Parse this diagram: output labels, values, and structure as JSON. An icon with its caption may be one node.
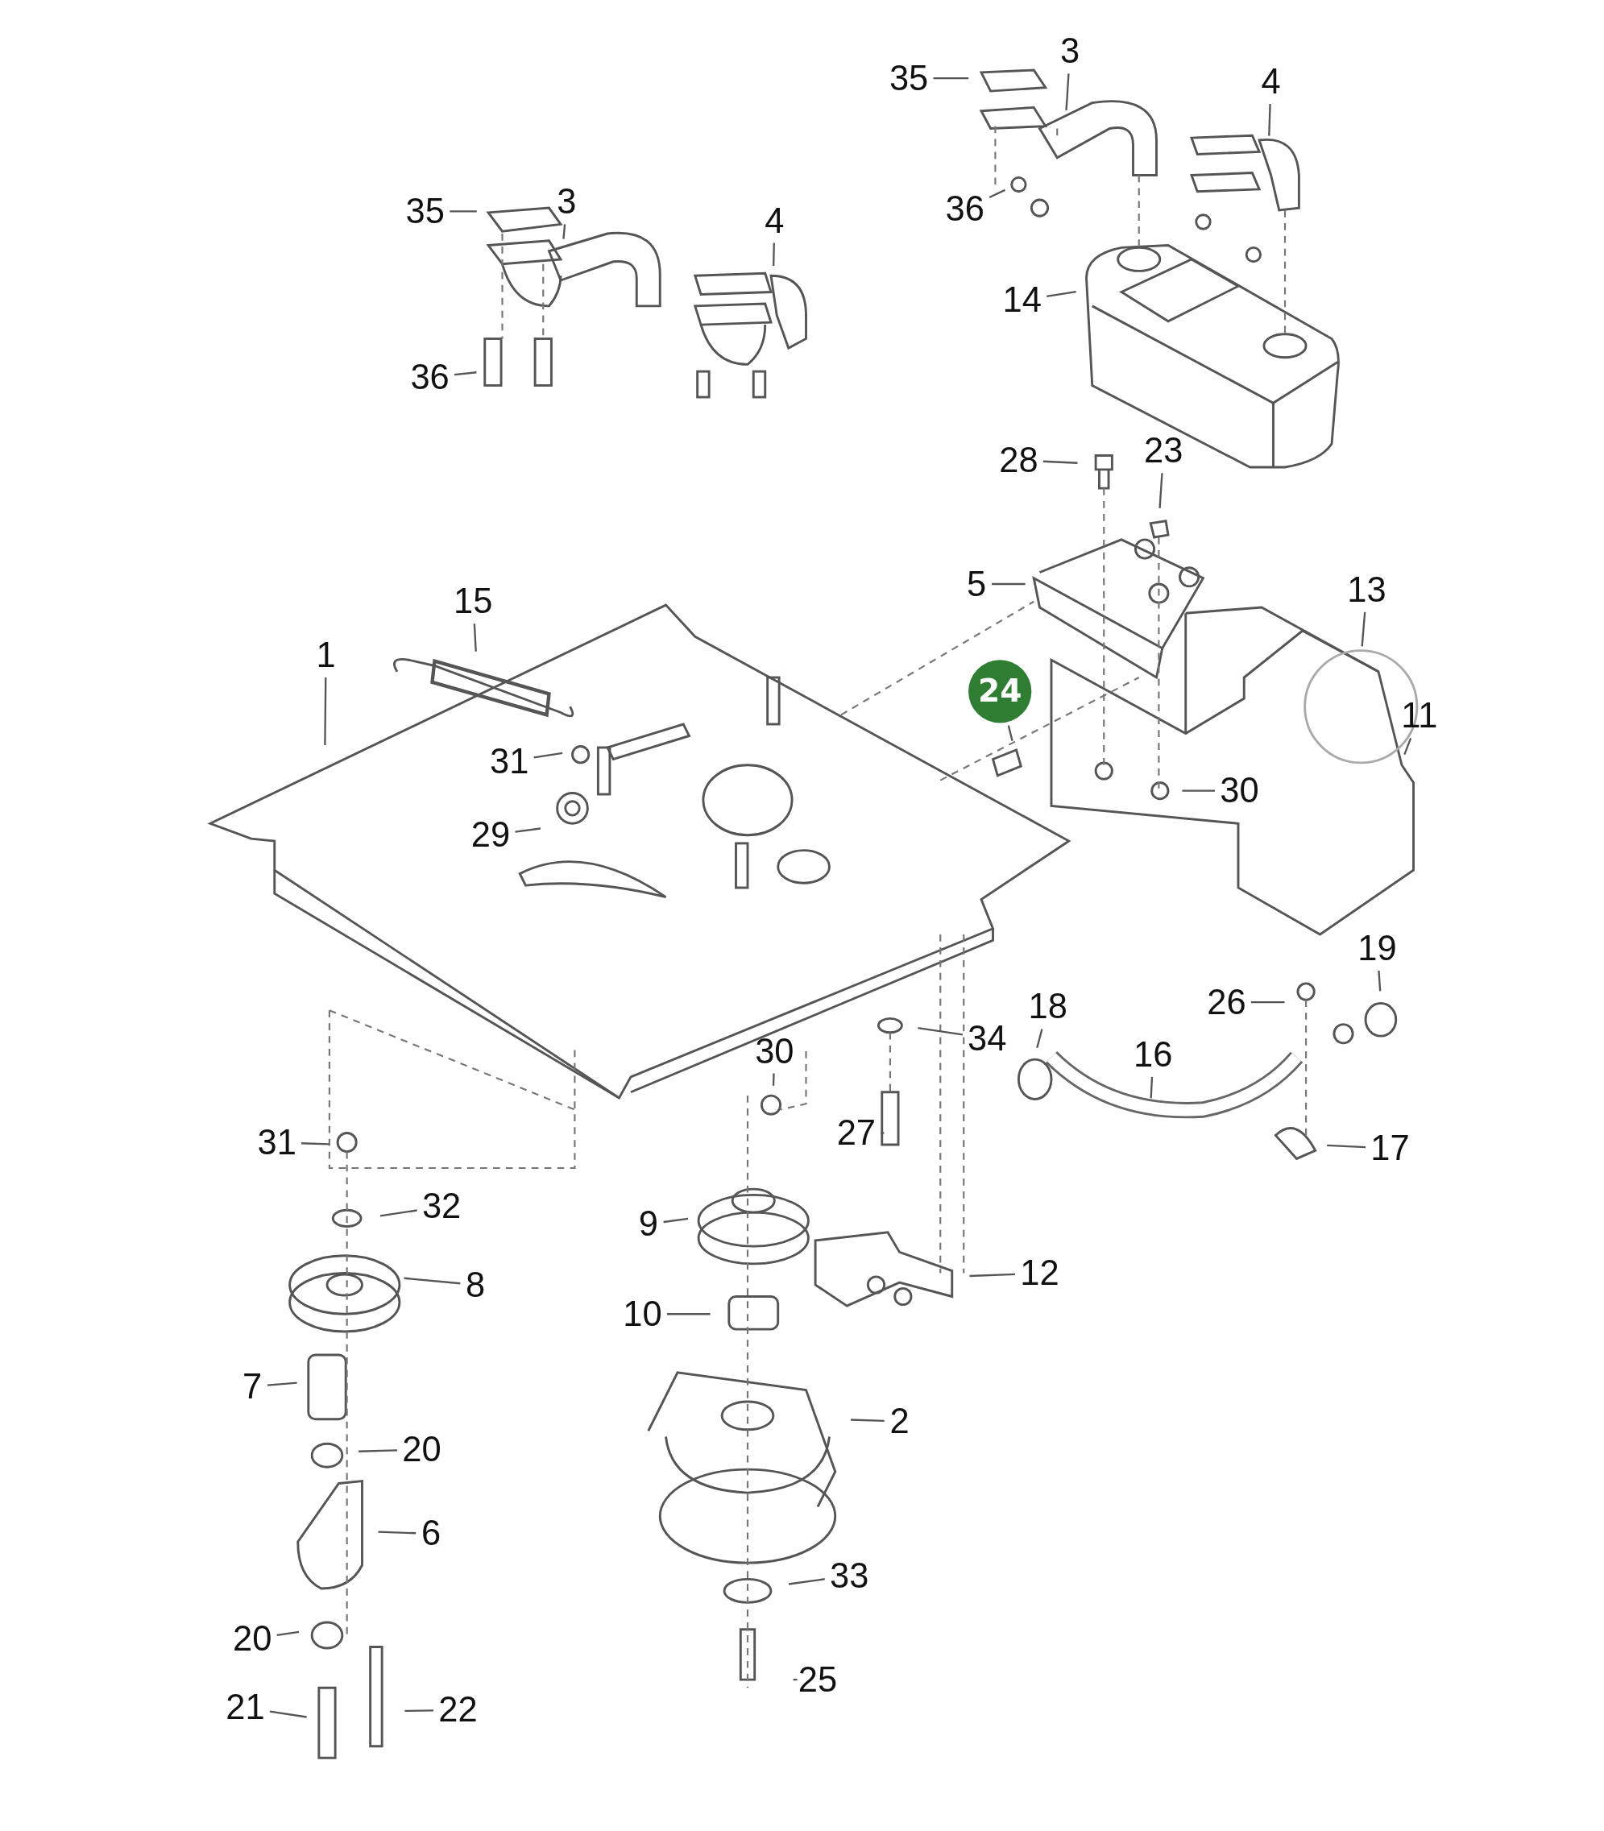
{
  "diagram": {
    "nodes": [
      {
        "text": [
          "35"
        ]
      },
      {
        "text": [
          "3"
        ]
      },
      {
        "text": [
          "4"
        ]
      },
      {
        "text": [
          "35"
        ]
      },
      {
        "text": [
          "3"
        ]
      },
      {
        "text": [
          "4"
        ]
      },
      {
        "text": [
          "36"
        ]
      },
      {
        "text": [
          "36"
        ]
      },
      {
        "text": [
          "14"
        ]
      },
      {
        "text": [
          "28"
        ]
      },
      {
        "text": [
          "23"
        ]
      },
      {
        "text": [
          "5"
        ]
      },
      {
        "text": [
          "13"
        ]
      },
      {
        "text": [
          "24"
        ]
      },
      {
        "text": [
          "11"
        ]
      },
      {
        "text": [
          "15"
        ]
      },
      {
        "text": [
          "1"
        ]
      },
      {
        "text": [
          "31"
        ]
      },
      {
        "text": [
          "29"
        ]
      },
      {
        "text": [
          "30"
        ]
      },
      {
        "text": [
          "19"
        ]
      },
      {
        "text": [
          "26"
        ]
      },
      {
        "text": [
          "18"
        ]
      },
      {
        "text": [
          "34"
        ]
      },
      {
        "text": [
          "16"
        ]
      },
      {
        "text": [
          "30"
        ]
      },
      {
        "text": [
          "27"
        ]
      },
      {
        "text": [
          "17"
        ]
      },
      {
        "text": [
          "31"
        ]
      },
      {
        "text": [
          "32"
        ]
      },
      {
        "text": [
          "9"
        ]
      },
      {
        "text": [
          "8"
        ]
      },
      {
        "text": [
          "12"
        ]
      },
      {
        "text": [
          "10"
        ]
      },
      {
        "text": [
          "7"
        ]
      },
      {
        "text": [
          "2"
        ]
      },
      {
        "text": [
          "20"
        ]
      },
      {
        "text": [
          "6"
        ]
      },
      {
        "text": [
          "33"
        ]
      },
      {
        "text": [
          "20"
        ]
      },
      {
        "text": [
          "25"
        ]
      },
      {
        "text": [
          "21"
        ]
      },
      {
        "text": [
          "22"
        ]
      }
    ],
    "edges": [
      {
        "from": 0,
        "to": null,
        "arrow": "none"
      },
      {
        "from": 1,
        "to": null,
        "arrow": "none"
      },
      {
        "from": 2,
        "to": null,
        "arrow": "none"
      },
      {
        "from": 3,
        "to": null,
        "arrow": "none"
      },
      {
        "from": 4,
        "to": null,
        "arrow": "none"
      },
      {
        "from": 5,
        "to": null,
        "arrow": "none"
      },
      {
        "from": 6,
        "to": null,
        "arrow": "none"
      },
      {
        "from": 7,
        "to": null,
        "arrow": "none"
      },
      {
        "from": 8,
        "to": null,
        "arrow": "none"
      },
      {
        "from": 9,
        "to": null,
        "arrow": "none"
      },
      {
        "from": 10,
        "to": null,
        "arrow": "none"
      },
      {
        "from": 11,
        "to": null,
        "arrow": "none"
      },
      {
        "from": 12,
        "to": null,
        "arrow": "none"
      },
      {
        "from": 13,
        "to": null,
        "arrow": "none"
      },
      {
        "from": 14,
        "to": null,
        "arrow": "none"
      },
      {
        "from": 15,
        "to": null,
        "arrow": "none"
      },
      {
        "from": 16,
        "to": null,
        "arrow": "none"
      },
      {
        "from": 17,
        "to": null,
        "arrow": "none"
      },
      {
        "from": 18,
        "to": null,
        "arrow": "none"
      },
      {
        "from": 19,
        "to": null,
        "arrow": "none"
      },
      {
        "from": 20,
        "to": null,
        "arrow": "none"
      },
      {
        "from": 21,
        "to": null,
        "arrow": "none"
      },
      {
        "from": 22,
        "to": null,
        "arrow": "none"
      },
      {
        "from": 23,
        "to": null,
        "arrow": "none"
      },
      {
        "from": 24,
        "to": null,
        "arrow": "none"
      },
      {
        "from": 25,
        "to": null,
        "arrow": "none"
      },
      {
        "from": 26,
        "to": null,
        "arrow": "none"
      },
      {
        "from": 27,
        "to": null,
        "arrow": "none"
      },
      {
        "from": 28,
        "to": null,
        "arrow": "none"
      },
      {
        "from": 29,
        "to": null,
        "arrow": "none"
      },
      {
        "from": 30,
        "to": null,
        "arrow": "none"
      },
      {
        "from": 31,
        "to": null,
        "arrow": "none"
      },
      {
        "from": 32,
        "to": null,
        "arrow": "none"
      },
      {
        "from": 33,
        "to": null,
        "arrow": "none"
      },
      {
        "from": 34,
        "to": null,
        "arrow": "none"
      },
      {
        "from": 35,
        "to": null,
        "arrow": "none"
      },
      {
        "from": 36,
        "to": null,
        "arrow": "none"
      },
      {
        "from": 37,
        "to": null,
        "arrow": "none"
      },
      {
        "from": 38,
        "to": null,
        "arrow": "none"
      },
      {
        "from": 39,
        "to": null,
        "arrow": "none"
      },
      {
        "from": 40,
        "to": null,
        "arrow": "none"
      },
      {
        "from": 41,
        "to": null,
        "arrow": "none"
      },
      {
        "from": 42,
        "to": null,
        "arrow": "none"
      }
    ]
  }
}
